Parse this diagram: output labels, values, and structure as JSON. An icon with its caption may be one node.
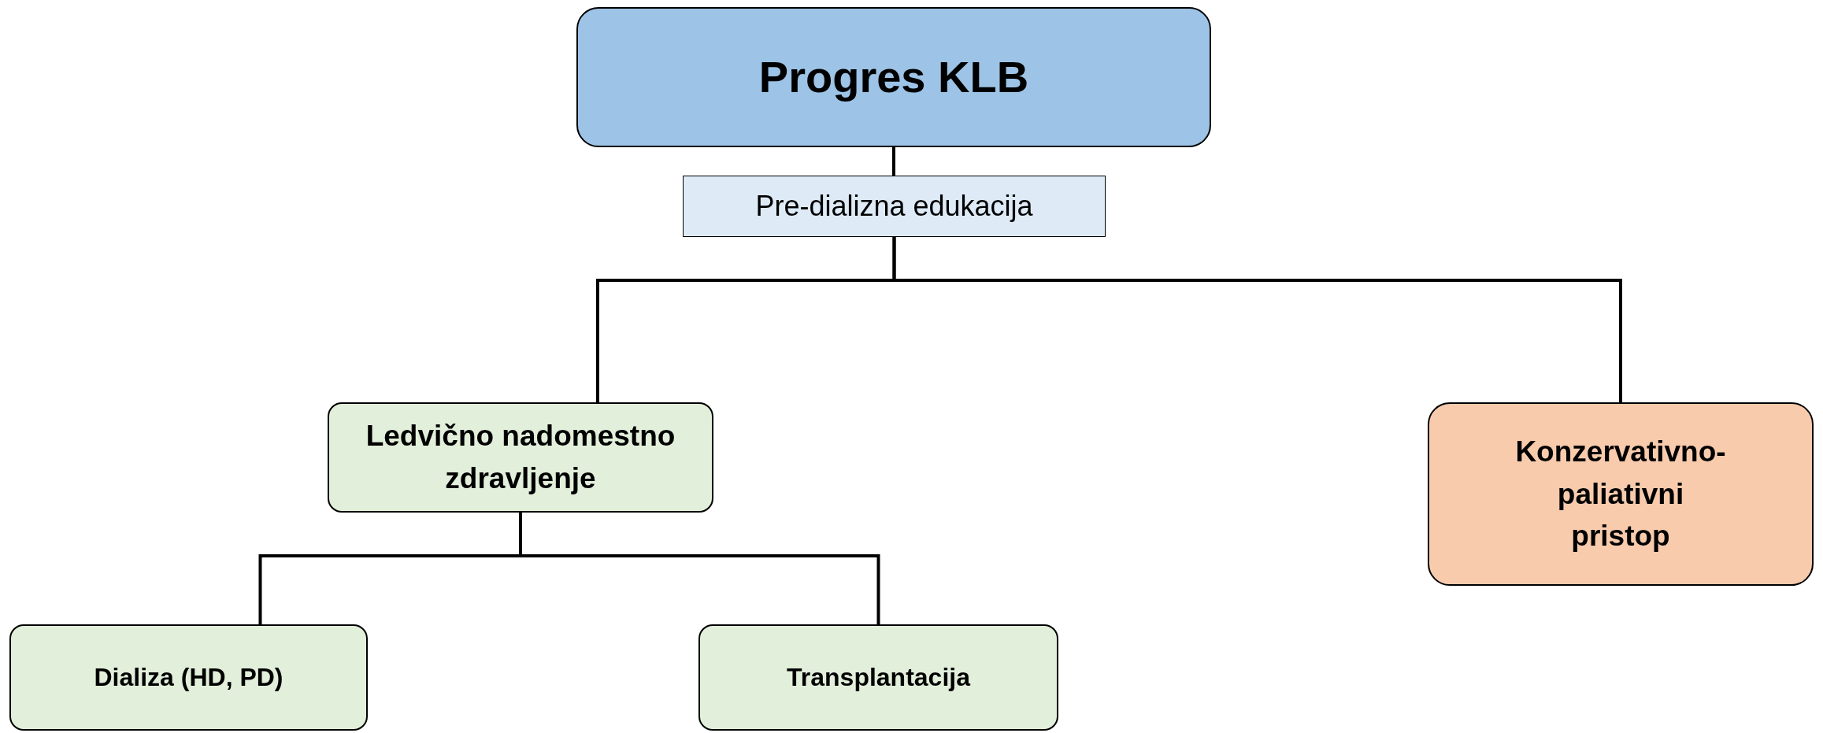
{
  "diagram": {
    "nodes": [
      {
        "text": [
          "Progres KLB"
        ]
      },
      {
        "text": [
          "Pre-dializna edukacija"
        ]
      },
      {
        "text": [
          "Ledvično nadomestno zdravljenje"
        ]
      },
      {
        "text": [
          "Konzervativno- paliativni pristop"
        ]
      },
      {
        "text": [
          "Dializa (HD, PD)"
        ]
      },
      {
        "text": [
          "Transplantacija"
        ]
      }
    ],
    "edges": [
      {
        "from": 0,
        "to": 1,
        "arrow": "none"
      },
      {
        "from": 1,
        "to": 2,
        "arrow": "none"
      },
      {
        "from": 1,
        "to": 3,
        "arrow": "none"
      },
      {
        "from": 2,
        "to": 4,
        "arrow": "none"
      },
      {
        "from": 2,
        "to": 5,
        "arrow": "none"
      }
    ]
  }
}
